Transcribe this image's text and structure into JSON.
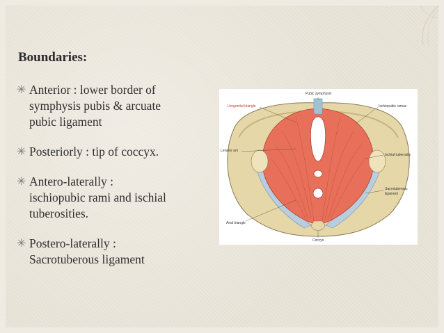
{
  "slide": {
    "heading": "Boundaries:",
    "bullet_marker": "✳",
    "bullets": [
      {
        "lines": [
          "Anterior : lower border of",
          "symphysis pubis & arcuate",
          "pubic ligament"
        ]
      },
      {
        "lines": [
          "Posteriorly : tip of coccyx."
        ]
      },
      {
        "lines": [
          "Antero-laterally :",
          "ischiopubic rami and ischial",
          "tuberosities."
        ]
      },
      {
        "lines": [
          "Postero-laterally :",
          "Sacrotuberous ligament"
        ]
      }
    ]
  },
  "figure": {
    "labels": {
      "pubic_symphysis": "Pubic symphysis",
      "urogenital_triangle": "Urogenital triangle",
      "ischiopubic_ramus": "Ischiopubic ramus",
      "levator_ani": "Levator ani",
      "ischial_tuberosity": "Ischial tuberosity",
      "sacrotuberous_ligament_1": "Sacrotuberous",
      "sacrotuberous_ligament_2": "ligament",
      "anal_triangle": "Anal triangle",
      "coccyx": "Coccyx"
    },
    "colors": {
      "muscle": "#e8705a",
      "bone": "#e6d7a8",
      "ligament": "#b9cde0",
      "label_accent": "#c0392b"
    }
  }
}
